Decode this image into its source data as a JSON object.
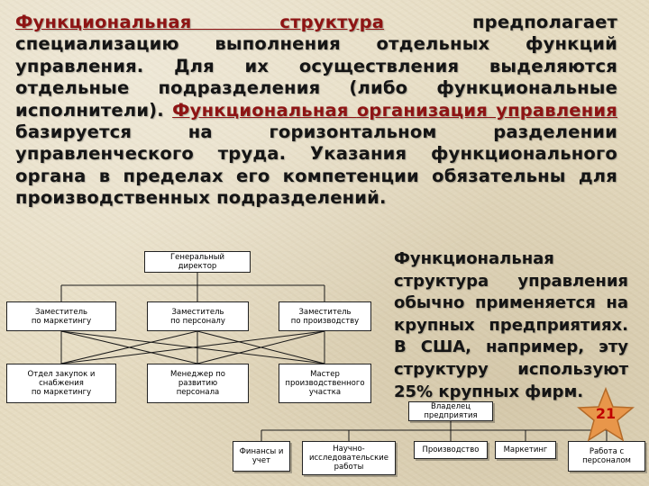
{
  "paragraph": {
    "term1": "Функциональная ",
    "term2": "структура",
    "part1": " предполагает специализацию выполнения отдельных функций управления. Для их осуществления выделяются отдельные подразделения (либо функциональные исполнители). ",
    "term3": "Функциональная ",
    "term4": "организация управления ",
    "part2": "базируется на горизонтальном разделении управленческого труда. Указания функционального органа в пределах его компетенции обязательны для производственных подразделений."
  },
  "side_text": "Функциональная структура управления обычно применяется на крупных предприятиях. В США, например, эту структуру используют 25% крупных фирм.",
  "left_chart": {
    "director": "Генеральный\nдиректор",
    "deputy_marketing": "Заместитель\nпо маркетингу",
    "deputy_personnel": "Заместитель\nпо персоналу",
    "deputy_production": "Заместитель\nпо производству",
    "dept_purchasing": "Отдел закупок и\nснабжения\nпо маркетингу",
    "manager_development": "Менеджер по\nразвитию\nперсонала",
    "master_production": "Мастер\nпроизводственного\nучастка"
  },
  "right_chart": {
    "owner": "Владелец\nпредприятия",
    "finance": "Финансы и\nучет",
    "rnd": "Научно-\nисследовательские\nработы",
    "production": "Производство",
    "marketing": "Маркетинг",
    "personnel": "Работа с\nперсоналом"
  },
  "page_number": "21",
  "colors": {
    "accent_text": "#8e1414",
    "star_fill": "#e8964a",
    "page_number": "#c00000"
  }
}
